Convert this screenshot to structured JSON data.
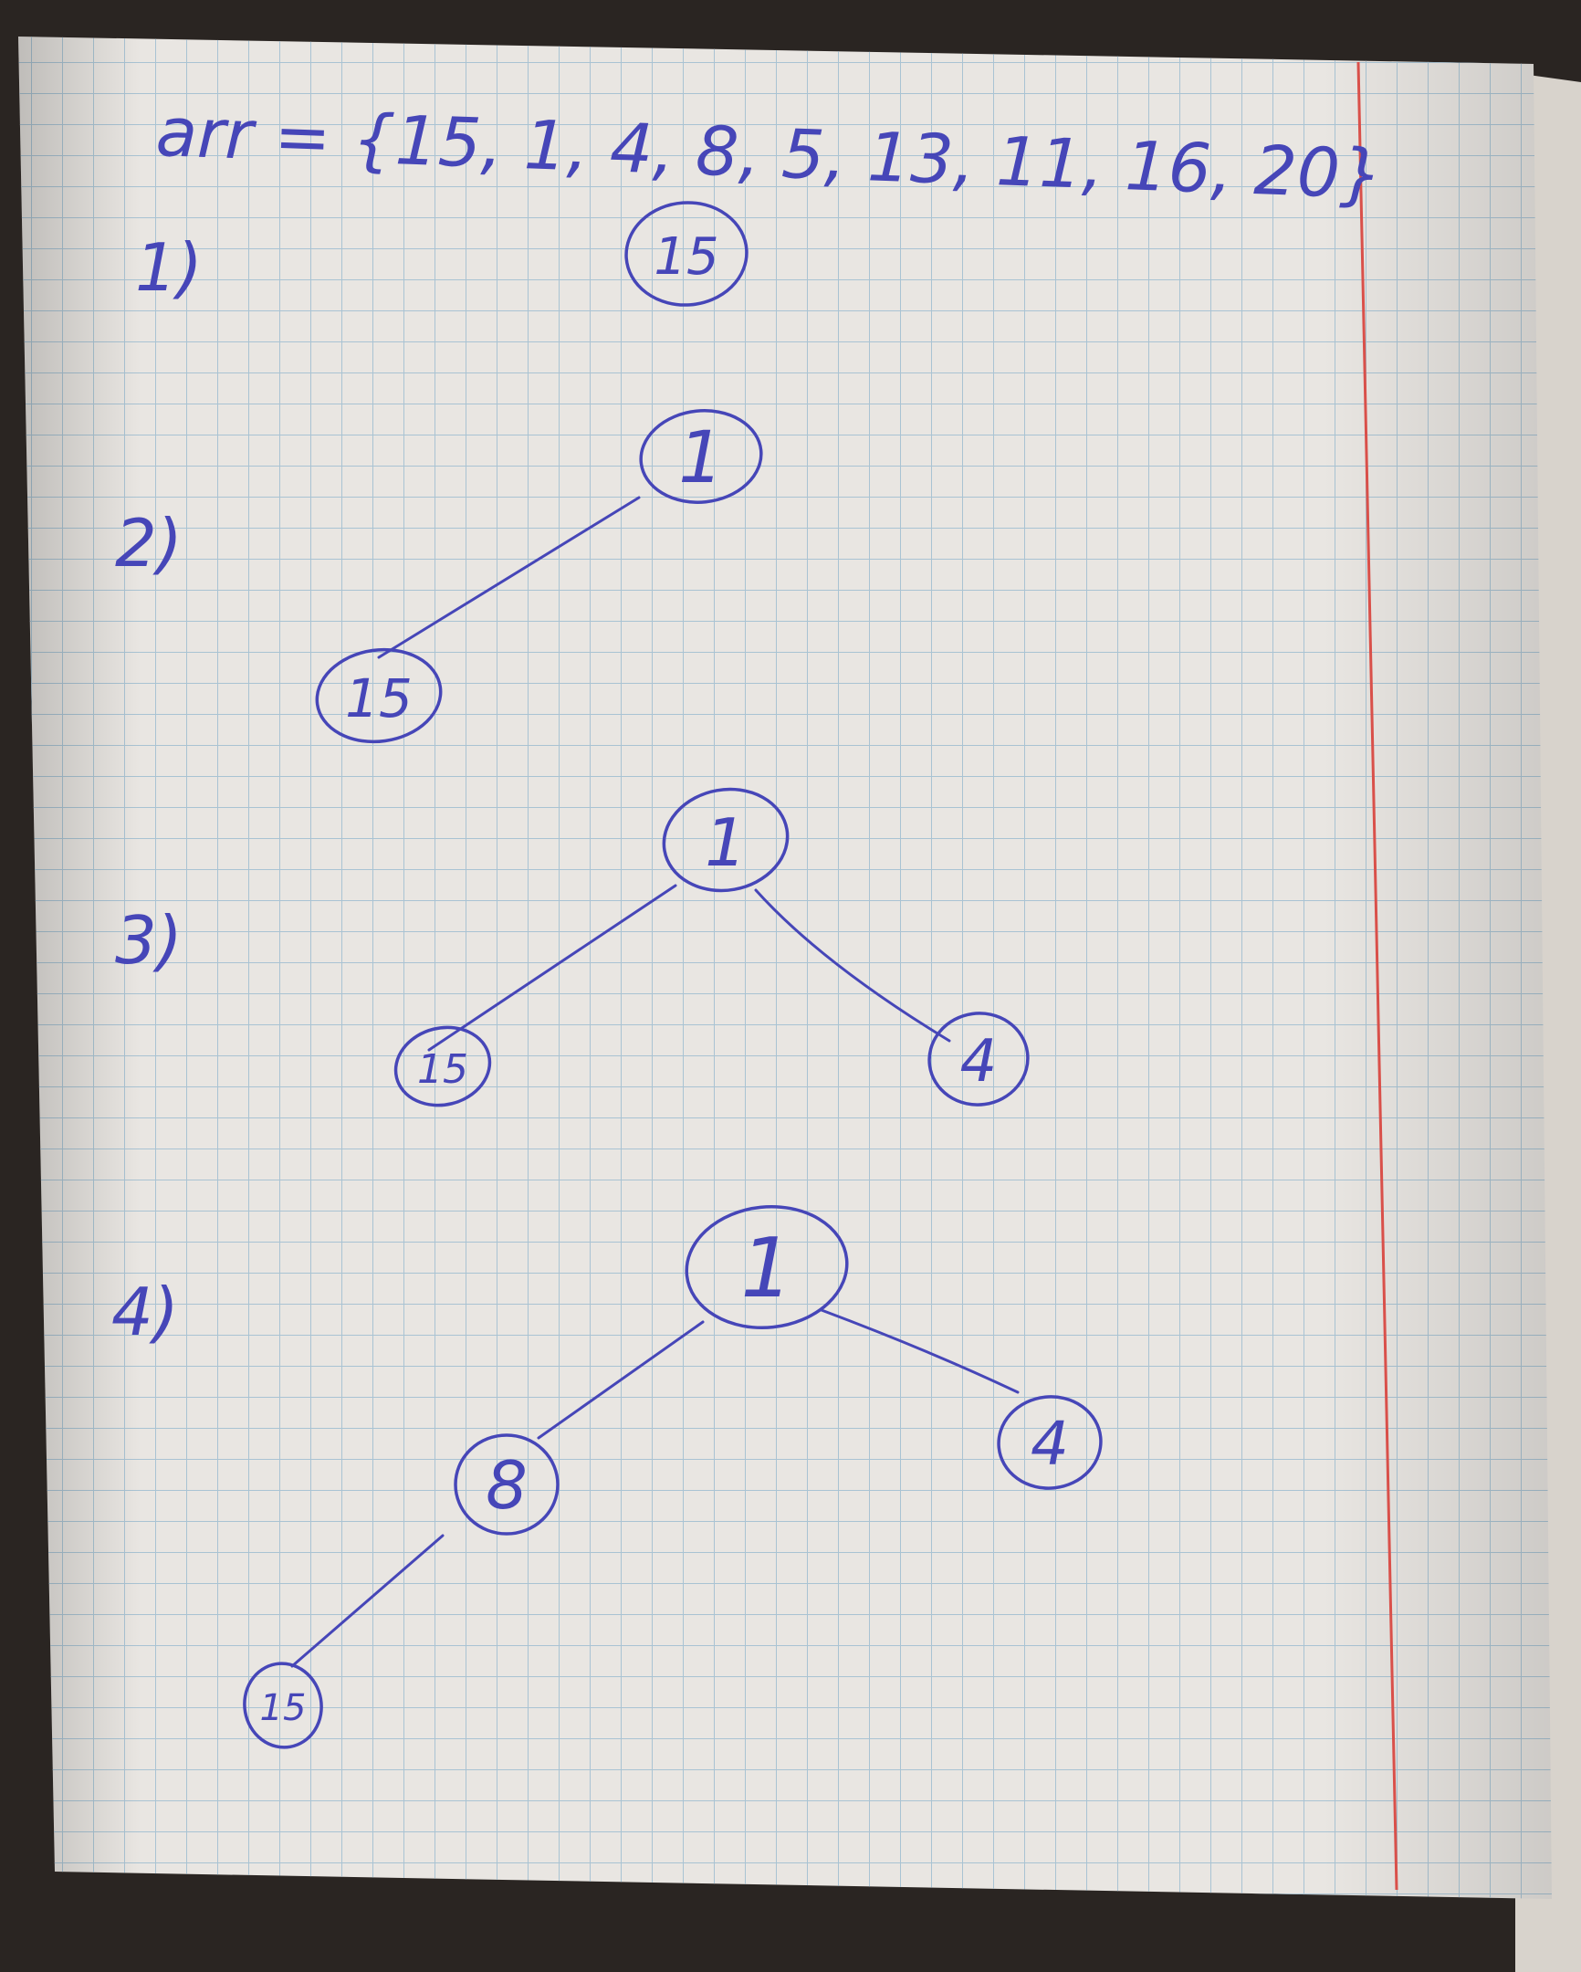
{
  "header": {
    "array_text": "arr = {15, 1, 4, 8, 5, 13, 11, 16, 20}"
  },
  "steps": [
    {
      "label": "1)",
      "nodes": [
        {
          "value": "15"
        }
      ]
    },
    {
      "label": "2)",
      "nodes": [
        {
          "value": "1"
        },
        {
          "value": "15"
        }
      ]
    },
    {
      "label": "3)",
      "nodes": [
        {
          "value": "1"
        },
        {
          "value": "15"
        },
        {
          "value": "4"
        }
      ]
    },
    {
      "label": "4)",
      "nodes": [
        {
          "value": "1"
        },
        {
          "value": "8"
        },
        {
          "value": "4"
        },
        {
          "value": "15"
        }
      ]
    }
  ],
  "colors": {
    "ink": "#4646b8",
    "paper": "#e9e6e2",
    "grid": "#a9c3d3",
    "margin_line": "#d9504a"
  }
}
